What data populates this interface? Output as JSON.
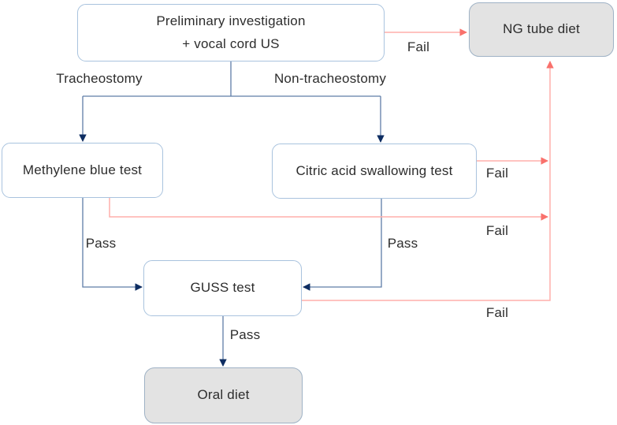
{
  "diagram": {
    "type": "flowchart",
    "nodes": {
      "preliminary": {
        "line1": "Preliminary investigation",
        "line2": "+ vocal cord US"
      },
      "ng_tube": {
        "label": "NG tube diet"
      },
      "methylene": {
        "label": "Methylene blue test"
      },
      "citric": {
        "label": "Citric acid swallowing test"
      },
      "guss": {
        "label": "GUSS test"
      },
      "oral": {
        "label": "Oral diet"
      }
    },
    "edge_labels": {
      "tracheostomy": "Tracheostomy",
      "non_tracheostomy": "Non-tracheostomy",
      "pass": "Pass",
      "fail": "Fail"
    },
    "edges": [
      {
        "from": "preliminary",
        "to": "methylene",
        "label": "Tracheostomy",
        "style": "navy"
      },
      {
        "from": "preliminary",
        "to": "citric",
        "label": "Non-tracheostomy",
        "style": "navy"
      },
      {
        "from": "preliminary",
        "to": "ng_tube",
        "label": "Fail",
        "style": "pink"
      },
      {
        "from": "methylene",
        "to": "guss",
        "label": "Pass",
        "style": "navy"
      },
      {
        "from": "methylene",
        "to": "ng_tube",
        "label": "Fail",
        "style": "pink"
      },
      {
        "from": "citric",
        "to": "guss",
        "label": "Pass",
        "style": "navy"
      },
      {
        "from": "citric",
        "to": "ng_tube",
        "label": "Fail",
        "style": "pink"
      },
      {
        "from": "guss",
        "to": "oral",
        "label": "Pass",
        "style": "navy"
      },
      {
        "from": "guss",
        "to": "ng_tube",
        "label": "Fail",
        "style": "pink"
      }
    ],
    "colors": {
      "pass_line": "#5f7da8",
      "pass_arrowhead": "#0e2d62",
      "fail_line": "#ffafac",
      "fail_arrowhead": "#f9716c",
      "node_border": "#a9c3de",
      "terminal_fill": "#e3e3e3",
      "terminal_border": "#9fb2c5",
      "text": "#2d2d2d",
      "background": "#ffffff"
    }
  }
}
